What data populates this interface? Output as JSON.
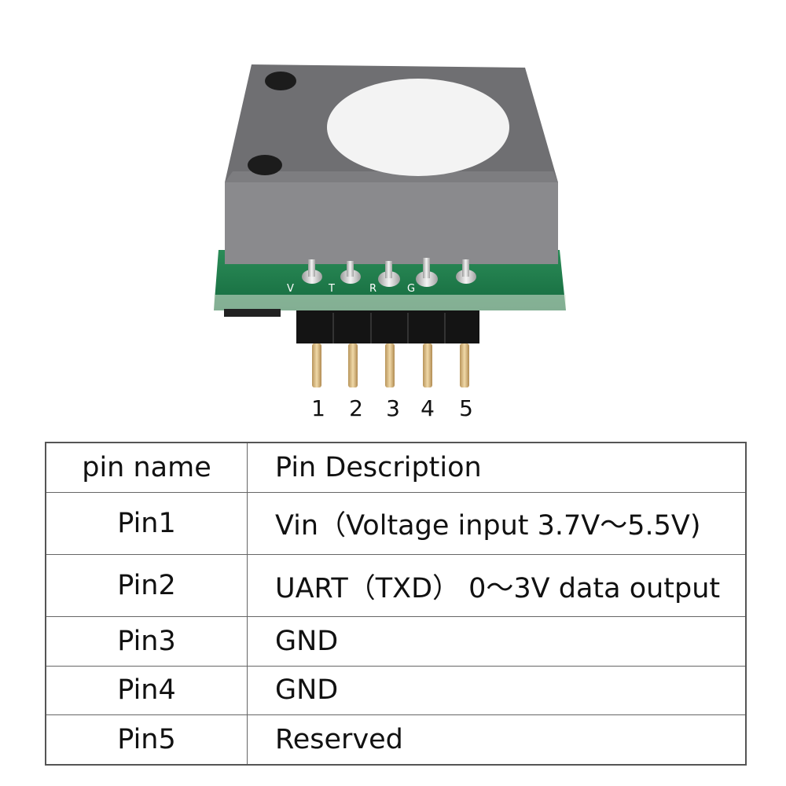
{
  "pin_numbers": [
    "1",
    "2",
    "3",
    "4",
    "5"
  ],
  "pcb_labels": [
    "V",
    "T",
    "R",
    "G"
  ],
  "table": {
    "header": {
      "name": "pin name",
      "desc": "Pin Description"
    },
    "rows": [
      {
        "name": "Pin1",
        "desc": "Vin（Voltage input 3.7V～5.5V)"
      },
      {
        "name": "Pin2",
        "desc": "UART（TXD） 0～3V data output"
      },
      {
        "name": "Pin3",
        "desc": "GND"
      },
      {
        "name": "Pin4",
        "desc": "GND"
      },
      {
        "name": "Pin5",
        "desc": "Reserved"
      }
    ]
  },
  "colors": {
    "sensor_body": "#7b7b7e",
    "sensor_front": "#8a8a8d",
    "membrane": "#f3f3f3",
    "pcb": "#1f7a4c",
    "header_plastic": "#161616",
    "pin_gold": "#d9b77a"
  }
}
